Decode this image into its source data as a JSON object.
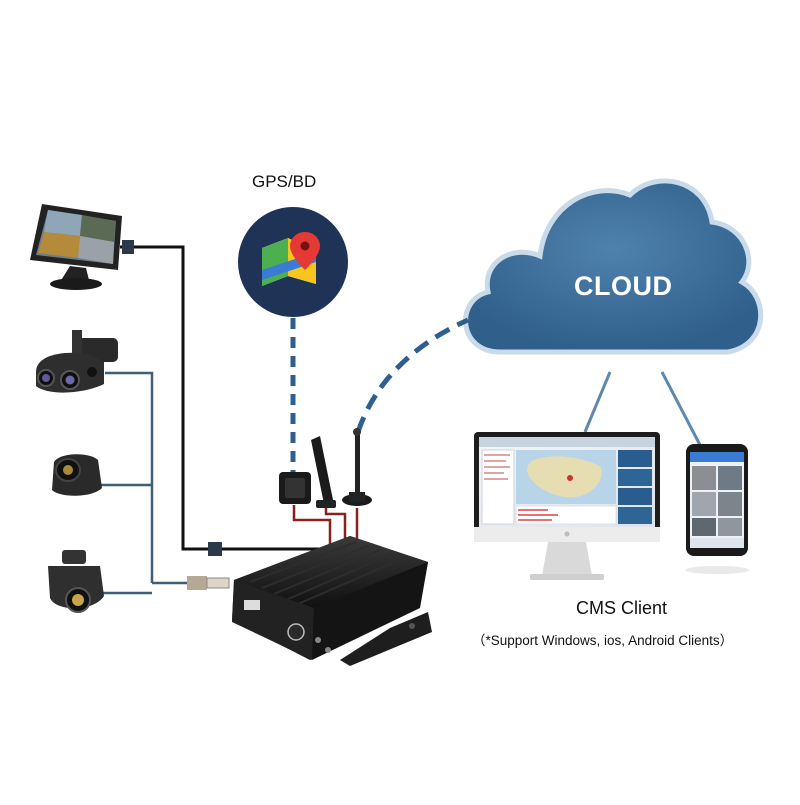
{
  "labels": {
    "gps": "GPS/BD",
    "cloud": "CLOUD",
    "cms_title": "CMS Client",
    "cms_subtitle": "（*Support Windows, ios, Android Clients）"
  },
  "icons": {
    "gps_badge": "map-pin-icon",
    "monitor": "monitor-icon",
    "cameras": [
      "dome-camera-icon",
      "side-camera-icon",
      "rear-camera-icon"
    ],
    "dvr": "mobile-dvr-icon",
    "desktop": "desktop-computer-icon",
    "phone": "smartphone-icon"
  },
  "colors": {
    "cloud_fill": "#3d6e98",
    "cloud_stroke": "#c9dbe9",
    "dashed_link": "#2e5f8e",
    "cloud_link": "#5f88ad",
    "wire_black": "#111111",
    "wire_camera": "#3f5f76",
    "wire_red": "#8a2020",
    "badge_bg": "#1f3357"
  }
}
